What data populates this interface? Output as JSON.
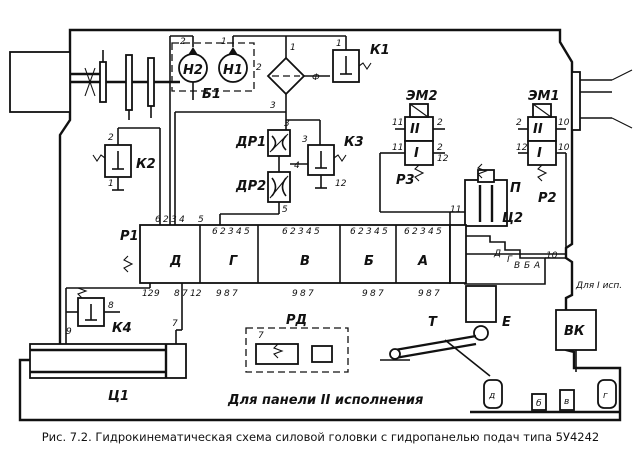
{
  "caption": "Рис. 7.2. Гидрокинематическая схема силовой головки с гидропанелью подач типа 5У4242",
  "pumps": {
    "h2": "Н2",
    "h1": "Н1",
    "unit": "Б1",
    "port2": "2",
    "port1": "1"
  },
  "filter": {
    "port1": "1",
    "port2": "2",
    "port3": "3",
    "mark": "Ф"
  },
  "valve_k1": {
    "label": "К1",
    "port": "1"
  },
  "valve_k2": {
    "label": "К2",
    "port2": "2",
    "port1": "1"
  },
  "valve_k3": {
    "label": "К3",
    "port3": "3",
    "port12": "12"
  },
  "throttles": {
    "dr1": "ДР1",
    "dr2": "ДР2",
    "p3": "3",
    "p4": "4",
    "p5": "5"
  },
  "solenoids": {
    "em2": "ЭМ2",
    "em1": "ЭМ1",
    "pos_ii": "II",
    "pos_i": "I",
    "p11": "11",
    "p2": "2",
    "p12": "12",
    "p10": "10"
  },
  "valves_p": {
    "p3": "Р3",
    "p2": "Р2",
    "p1": "Р1"
  },
  "panel": {
    "sections": [
      "Д",
      "Г",
      "В",
      "Б",
      "А"
    ],
    "ports_top": [
      "6",
      "2",
      "3",
      "4",
      "5"
    ],
    "ports_bottom": [
      "9",
      "8",
      "7"
    ],
    "left_lower": [
      "12",
      "9",
      "8",
      "7",
      "12"
    ]
  },
  "cylinder_c2": {
    "label": "Ц2",
    "p_label": "П",
    "cams": [
      "Д",
      "Г",
      "В",
      "Б",
      "А"
    ],
    "p11": "11",
    "p10": "10",
    "e_label": "Е"
  },
  "valve_k4": {
    "label": "К4",
    "p8": "8",
    "p9": "9"
  },
  "cylinder_c1": {
    "label": "Ц1",
    "p7": "7"
  },
  "relay_rd": {
    "label": "РД",
    "p7": "7"
  },
  "lever_t": {
    "label": "Т"
  },
  "vk": {
    "label": "ВК",
    "note": "Для I исп."
  },
  "panel_ii_note": "Для панели II исполнения",
  "stops": [
    "д",
    "б",
    "в",
    "г"
  ]
}
